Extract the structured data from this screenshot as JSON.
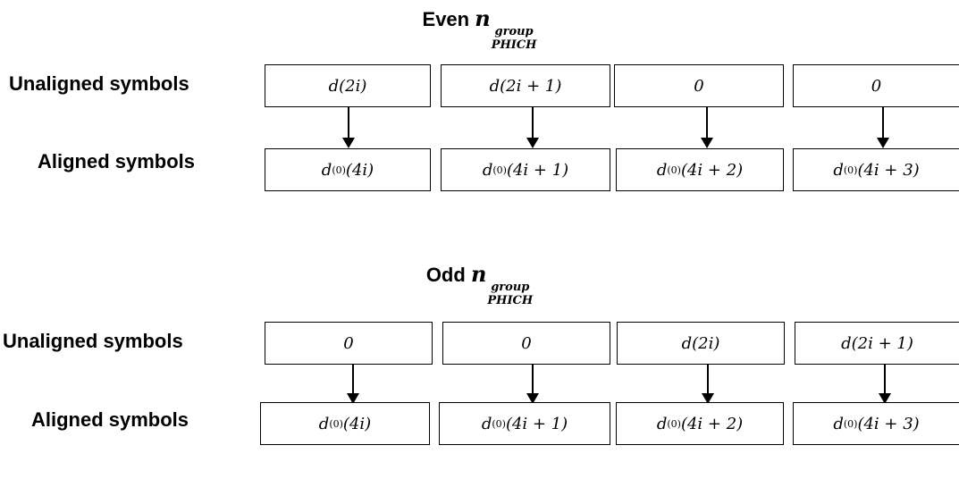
{
  "sections": [
    {
      "title": {
        "prefix": "Even",
        "var": "n",
        "sup": "group",
        "sub": "PHICH"
      },
      "labels": {
        "unaligned": "Unaligned symbols",
        "aligned": "Aligned symbols"
      },
      "unaligned": [
        {
          "base": "d(2i)",
          "sup": "",
          "rest": ""
        },
        {
          "base": "d(2i + 1)",
          "sup": "",
          "rest": ""
        },
        {
          "base": "0",
          "sup": "",
          "rest": ""
        },
        {
          "base": "0",
          "sup": "",
          "rest": ""
        }
      ],
      "aligned": [
        {
          "base": "d",
          "sup": "(0)",
          "rest": "(4i)"
        },
        {
          "base": "d",
          "sup": "(0)",
          "rest": "(4i + 1)"
        },
        {
          "base": "d",
          "sup": "(0)",
          "rest": "(4i + 2)"
        },
        {
          "base": "d",
          "sup": "(0)",
          "rest": "(4i + 3)"
        }
      ]
    },
    {
      "title": {
        "prefix": "Odd",
        "var": "n",
        "sup": "group",
        "sub": "PHICH"
      },
      "labels": {
        "unaligned": "Unaligned symbols",
        "aligned": "Aligned symbols"
      },
      "unaligned": [
        {
          "base": "0",
          "sup": "",
          "rest": ""
        },
        {
          "base": "0",
          "sup": "",
          "rest": ""
        },
        {
          "base": "d(2i)",
          "sup": "",
          "rest": ""
        },
        {
          "base": "d(2i + 1)",
          "sup": "",
          "rest": ""
        }
      ],
      "aligned": [
        {
          "base": "d",
          "sup": "(0)",
          "rest": "(4i)"
        },
        {
          "base": "d",
          "sup": "(0)",
          "rest": "(4i + 1)"
        },
        {
          "base": "d",
          "sup": "(0)",
          "rest": "(4i + 2)"
        },
        {
          "base": "d",
          "sup": "(0)",
          "rest": "(4i + 3)"
        }
      ]
    }
  ]
}
